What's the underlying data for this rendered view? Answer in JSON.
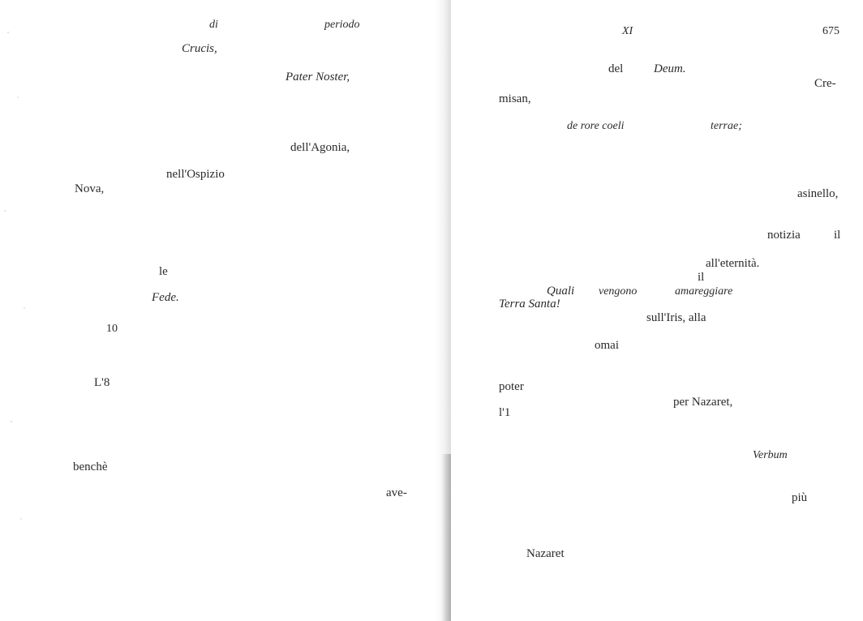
{
  "left_page": {
    "fragments": [
      {
        "text": "di",
        "italic": true
      },
      {
        "text": "periodo",
        "italic": true
      },
      {
        "text": "Crucis,",
        "italic": true
      },
      {
        "text": "Pater Noster,",
        "italic": true
      },
      {
        "text": "dell'Agonia,",
        "italic": false
      },
      {
        "text": "nell'Ospizio",
        "italic": false
      },
      {
        "text": "Nova,",
        "italic": false
      },
      {
        "text": "le",
        "italic": false
      },
      {
        "text": "Fede.",
        "italic": true
      },
      {
        "text": "10",
        "italic": false
      },
      {
        "text": "L'8",
        "italic": false
      },
      {
        "text": "benchè",
        "italic": false
      },
      {
        "text": "ave-",
        "italic": false
      }
    ]
  },
  "right_page": {
    "running_head": "XI",
    "page_number": "675",
    "fragments": [
      {
        "text": "del",
        "italic": false
      },
      {
        "text": "Deum.",
        "italic": true
      },
      {
        "text": "Cre-",
        "italic": false
      },
      {
        "text": "misan,",
        "italic": false
      },
      {
        "text": "de rore coeli",
        "italic": true
      },
      {
        "text": "terrae;",
        "italic": true
      },
      {
        "text": "asinello,",
        "italic": false
      },
      {
        "text": "notizia",
        "italic": false
      },
      {
        "text": "il",
        "italic": false
      },
      {
        "text": "all'eternità.",
        "italic": false
      },
      {
        "text": "il",
        "italic": false
      },
      {
        "text": "Quali",
        "italic": true
      },
      {
        "text": "vengono",
        "italic": true
      },
      {
        "text": "amareggiare",
        "italic": true
      },
      {
        "text": "Terra Santa!",
        "italic": true
      },
      {
        "text": "sull'Iris, alla",
        "italic": false
      },
      {
        "text": "omai",
        "italic": false
      },
      {
        "text": "poter",
        "italic": false
      },
      {
        "text": "per Nazaret,",
        "italic": false
      },
      {
        "text": "l'1",
        "italic": false
      },
      {
        "text": "Verbum",
        "italic": true
      },
      {
        "text": "più",
        "italic": false
      },
      {
        "text": "Nazaret",
        "italic": false
      }
    ]
  }
}
